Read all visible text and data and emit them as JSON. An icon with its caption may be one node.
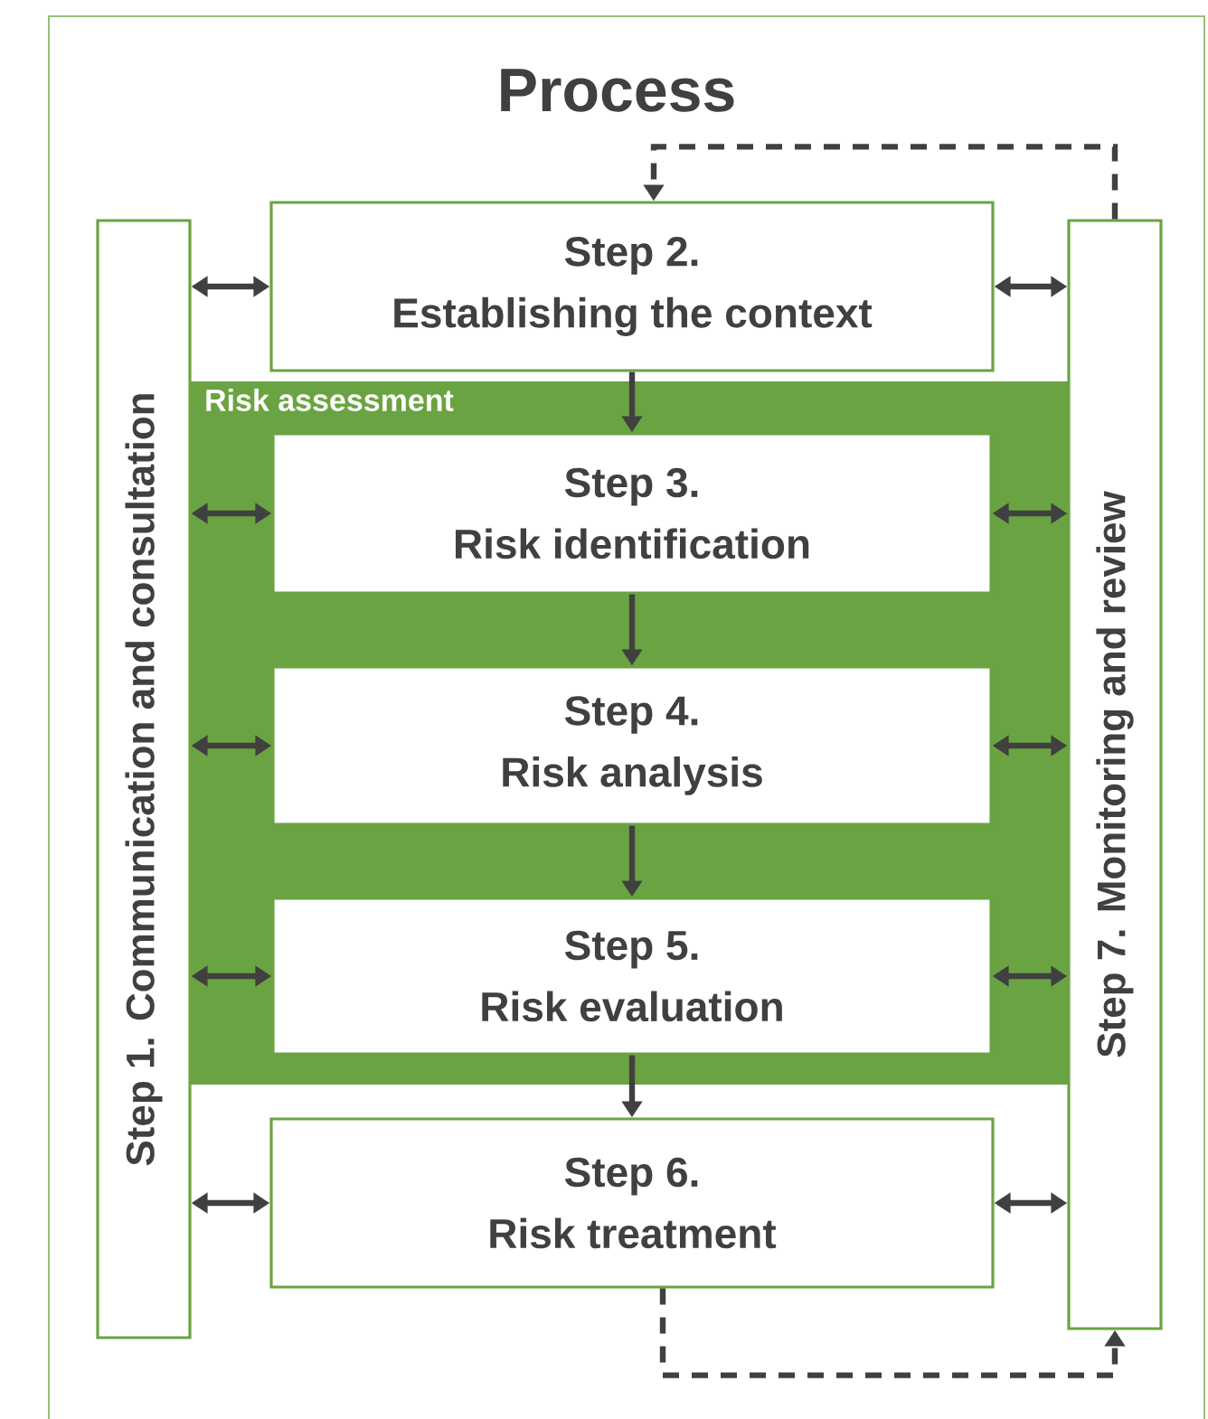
{
  "diagram": {
    "title": "Process",
    "nodes": [
      {
        "text": [
          "Step 1. Communication and consultation"
        ]
      },
      {
        "text": [
          "Step 2.",
          "Establishing the context"
        ]
      },
      {
        "text": [
          "Risk assessment"
        ]
      },
      {
        "text": [
          "Step 3.",
          "Risk identification"
        ],
        "in": 2
      },
      {
        "text": [
          "Step 4.",
          "Risk analysis"
        ],
        "in": 2
      },
      {
        "text": [
          "Step 5.",
          "Risk evaluation"
        ],
        "in": 2
      },
      {
        "text": [
          "Step 6.",
          "Risk treatment"
        ]
      },
      {
        "text": [
          "Step 7. Monitoring and review"
        ]
      }
    ],
    "edges": [
      {
        "from": 1,
        "to": 3,
        "arrow": "to"
      },
      {
        "from": 3,
        "to": 4,
        "arrow": "to"
      },
      {
        "from": 4,
        "to": 5,
        "arrow": "to"
      },
      {
        "from": 5,
        "to": 6,
        "arrow": "to"
      },
      {
        "from": 0,
        "to": 1,
        "arrow": "both"
      },
      {
        "from": 0,
        "to": 3,
        "arrow": "both"
      },
      {
        "from": 0,
        "to": 4,
        "arrow": "both"
      },
      {
        "from": 0,
        "to": 5,
        "arrow": "both"
      },
      {
        "from": 0,
        "to": 6,
        "arrow": "both"
      },
      {
        "from": 1,
        "to": 7,
        "arrow": "both"
      },
      {
        "from": 3,
        "to": 7,
        "arrow": "both"
      },
      {
        "from": 4,
        "to": 7,
        "arrow": "both"
      },
      {
        "from": 5,
        "to": 7,
        "arrow": "both"
      },
      {
        "from": 6,
        "to": 7,
        "arrow": "both"
      },
      {
        "from": 7,
        "to": 1,
        "arrow": "to",
        "style": "dashed"
      },
      {
        "from": 6,
        "to": 7,
        "arrow": "to",
        "style": "dashed"
      }
    ]
  }
}
